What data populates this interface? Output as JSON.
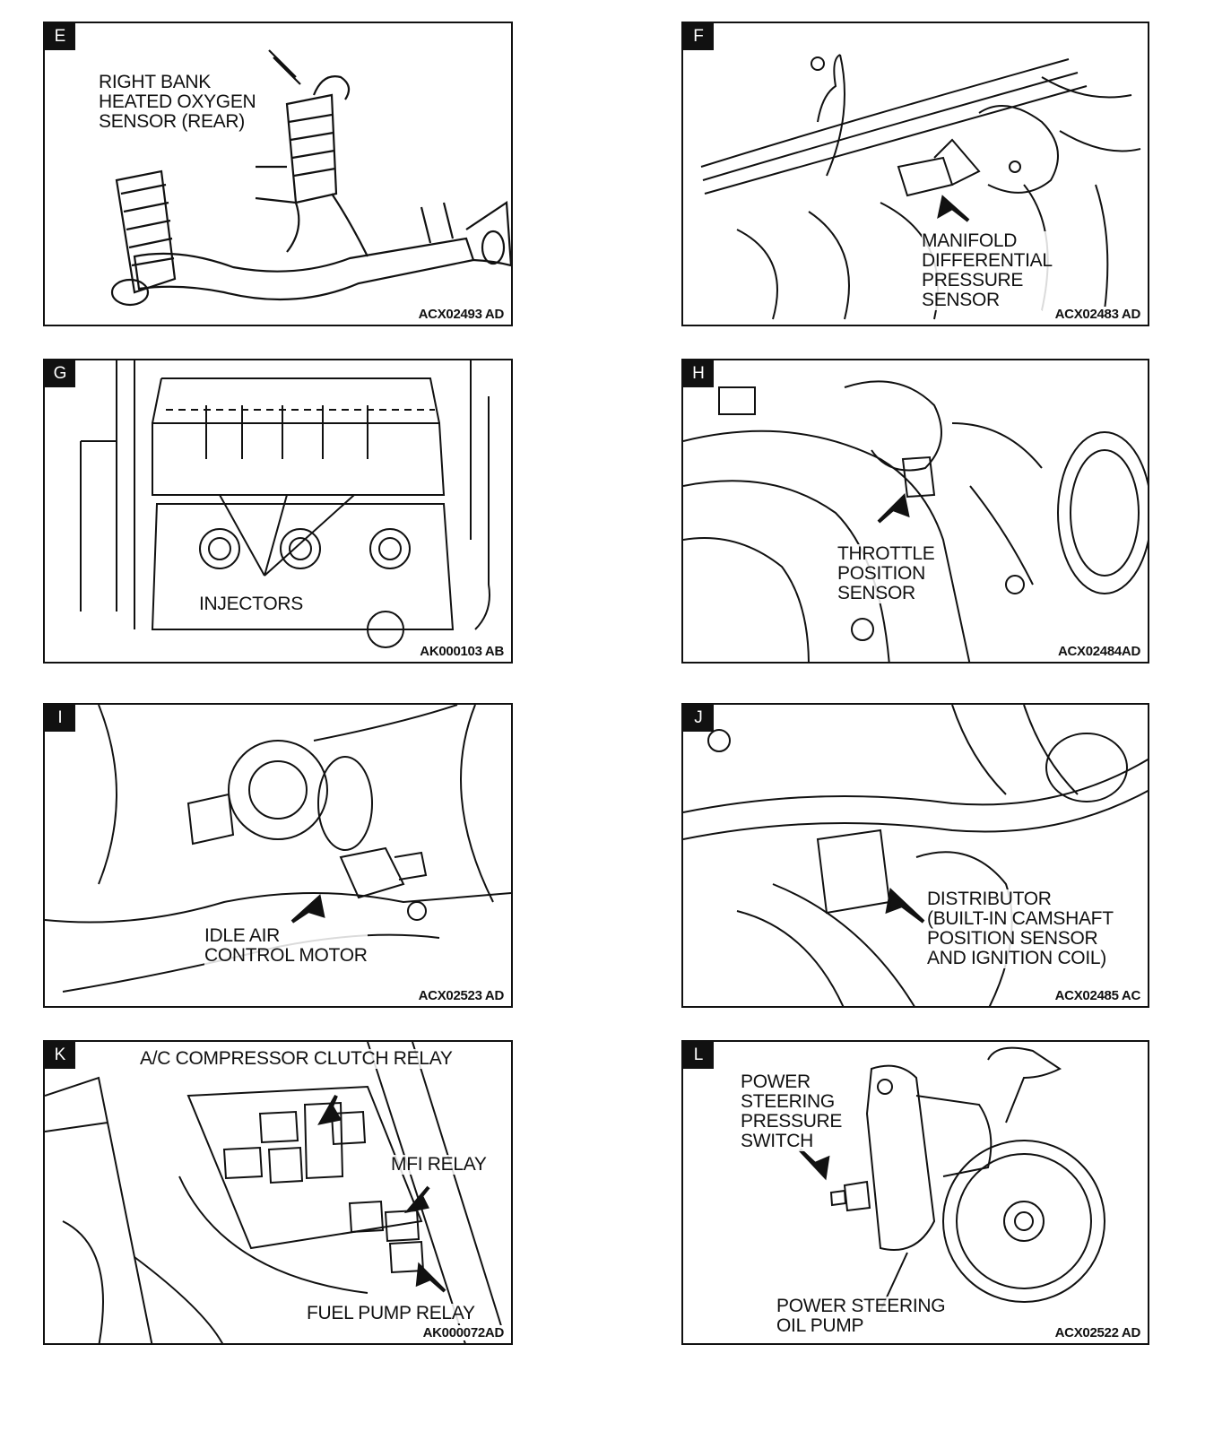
{
  "panels": [
    {
      "letter": "E",
      "code": "ACX02493 AD",
      "labels": [
        [
          "RIGHT BANK",
          "HEATED OXYGEN",
          "SENSOR (REAR)"
        ]
      ]
    },
    {
      "letter": "F",
      "code": "ACX02483 AD",
      "labels": [
        [
          "MANIFOLD",
          "DIFFERENTIAL",
          "PRESSURE",
          "SENSOR"
        ]
      ]
    },
    {
      "letter": "G",
      "code": "AK000103 AB",
      "labels": [
        [
          "INJECTORS"
        ]
      ]
    },
    {
      "letter": "H",
      "code": "ACX02484AD",
      "labels": [
        [
          "THROTTLE",
          "POSITION",
          "SENSOR"
        ]
      ]
    },
    {
      "letter": "I",
      "code": "ACX02523 AD",
      "labels": [
        [
          "IDLE AIR",
          "CONTROL MOTOR"
        ]
      ]
    },
    {
      "letter": "J",
      "code": "ACX02485 AC",
      "labels": [
        [
          "DISTRIBUTOR",
          "(BUILT-IN CAMSHAFT",
          "POSITION SENSOR",
          "AND IGNITION COIL)"
        ]
      ]
    },
    {
      "letter": "K",
      "code": "AK000072AD",
      "labels": [
        [
          "A/C COMPRESSOR CLUTCH RELAY"
        ],
        [
          "MFI RELAY"
        ],
        [
          "FUEL PUMP RELAY"
        ]
      ]
    },
    {
      "letter": "L",
      "code": "ACX02522 AD",
      "labels": [
        [
          "POWER",
          "STEERING",
          "PRESSURE",
          "SWITCH"
        ],
        [
          "POWER STEERING",
          "OIL PUMP"
        ]
      ]
    }
  ]
}
